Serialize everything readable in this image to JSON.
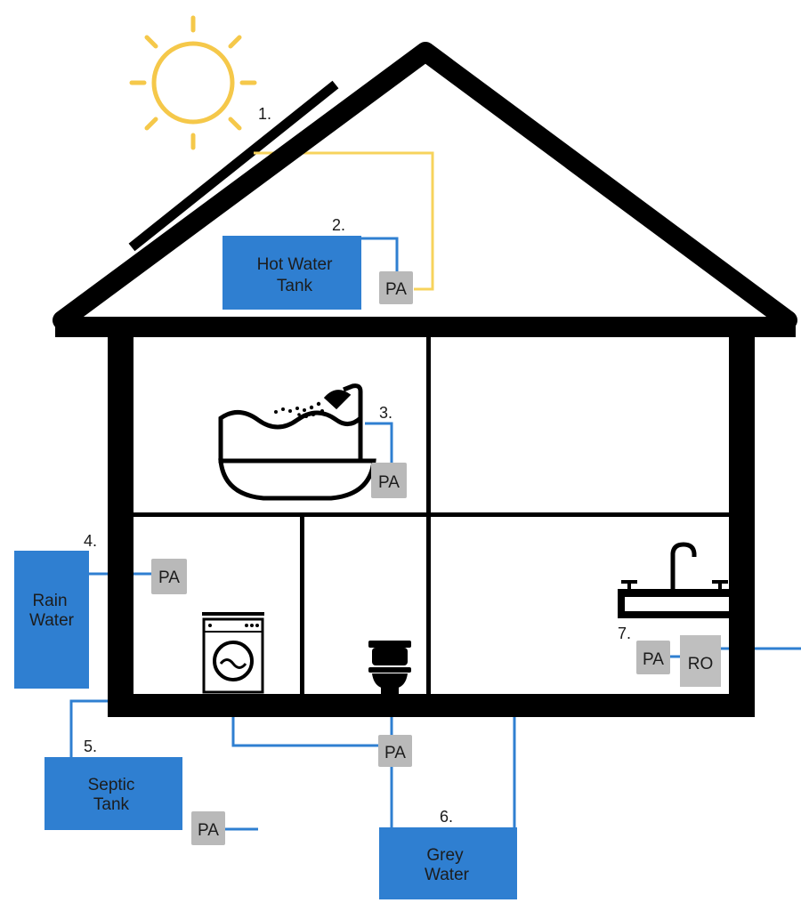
{
  "colors": {
    "house": "#000000",
    "tank": "#2f7fd1",
    "pipe": "#2f7fd1",
    "solar_line": "#f7d35c",
    "sun": "#f5c84a",
    "pa_box": "#b9b9b9",
    "ro_box": "#bfbfbf"
  },
  "icons": [
    "sun-icon",
    "solar-panel-icon",
    "bathtub-icon",
    "washing-machine-icon",
    "toilet-icon",
    "sink-icon"
  ],
  "markers": {
    "m1": "1.",
    "m2": "2.",
    "m3": "3.",
    "m4": "4.",
    "m5": "5.",
    "m6": "6.",
    "m7": "7."
  },
  "tanks": {
    "hot_water": [
      "Hot Water",
      "Tank"
    ],
    "rain_water": [
      "Rain",
      "Water"
    ],
    "septic": [
      "Septic",
      "Tank"
    ],
    "grey_water": [
      "Grey",
      "Water"
    ]
  },
  "devices": {
    "pa": "PA",
    "ro": "RO"
  }
}
